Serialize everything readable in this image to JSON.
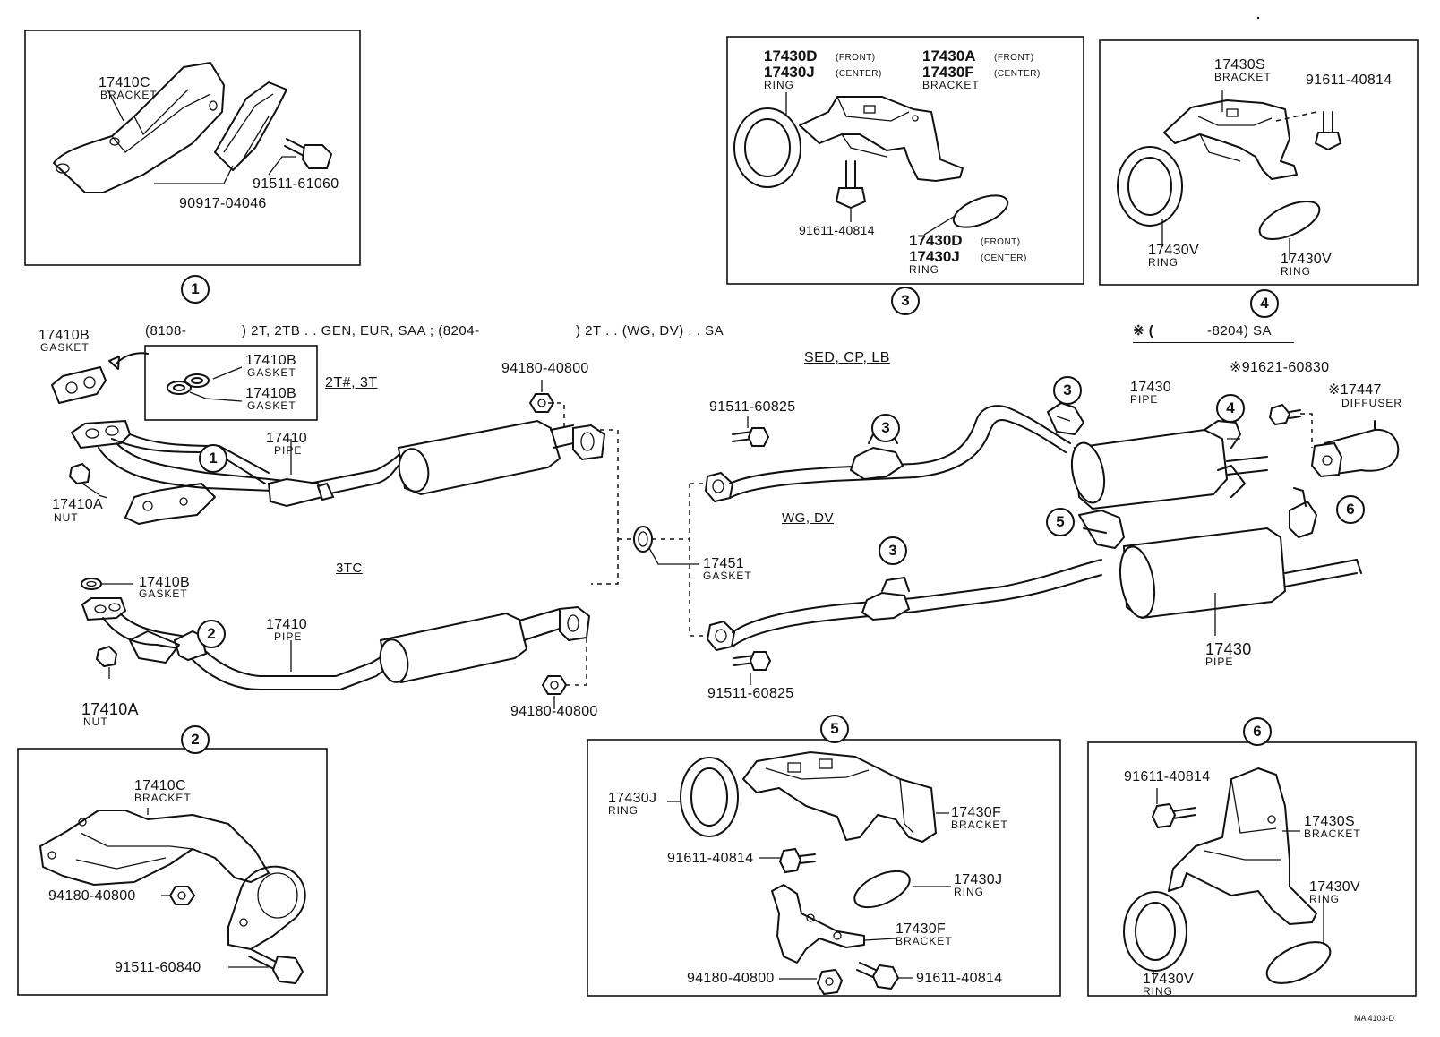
{
  "inset1": {
    "callout": "1",
    "labels": [
      "17410C",
      "BRACKET",
      "91511-61060",
      "90917-04046"
    ]
  },
  "inset2": {
    "callout": "2",
    "labels": [
      "17410C",
      "BRACKET",
      "94180-40800",
      "91511-60840"
    ]
  },
  "inset3": {
    "callout": "3",
    "labels": [
      "17430D",
      "(FRONT)",
      "17430J",
      "(CENTER)",
      "RING",
      "17430A",
      "(FRONT)",
      "17430F",
      "(CENTER)",
      "BRACKET",
      "91611-40814",
      "17430D",
      "(FRONT)",
      "17430J",
      "(CENTER)",
      "RING"
    ]
  },
  "inset4": {
    "callout": "4",
    "labels": [
      "17430S",
      "BRACKET",
      "91611-40814",
      "17430V",
      "RING",
      "17430V",
      "RING"
    ]
  },
  "inset5": {
    "callout": "5",
    "labels": [
      "17430J",
      "RING",
      "17430F",
      "BRACKET",
      "91611-40814",
      "17430J",
      "RING",
      "17430F",
      "BRACKET",
      "94180-40800",
      "91611-40814"
    ]
  },
  "inset6": {
    "callout": "6",
    "labels": [
      "91611-40814",
      "17430S",
      "BRACKET",
      "17430V",
      "RING",
      "17430V",
      "RING"
    ]
  },
  "main": {
    "header": [
      "(8108-",
      ") 2T, 2TB . . GEN, EUR, SAA ; (8204-",
      ") 2T . . (WG, DV) . . SA"
    ],
    "box_label": "2T#, 3T",
    "box_parts": [
      "17410B",
      "GASKET",
      "17410B",
      "GASKET"
    ],
    "left_labels": [
      "17410B",
      "GASKET",
      "17410A",
      "NUT",
      "17410",
      "PIPE",
      "94180-40800",
      "3TC",
      "17410B",
      "GASKET",
      "17410",
      "PIPE",
      "17410A",
      "NUT",
      "94180-40800",
      "17451",
      "GASKET"
    ],
    "callouts_left": [
      "1",
      "2"
    ],
    "sed_label": "SED, CP, LB",
    "wg_label": "WG, DV",
    "sa_label": [
      "※ (",
      "-8204) SA"
    ],
    "right_labels": [
      "91511-60825",
      "17430",
      "PIPE",
      "※91621-60830",
      "※17447",
      "DIFFUSER",
      "17430",
      "PIPE",
      "91511-60825"
    ],
    "callouts_right": [
      "3",
      "4",
      "3",
      "5",
      "6",
      "3"
    ]
  },
  "footer": {
    "code": "MA 4103-D"
  }
}
